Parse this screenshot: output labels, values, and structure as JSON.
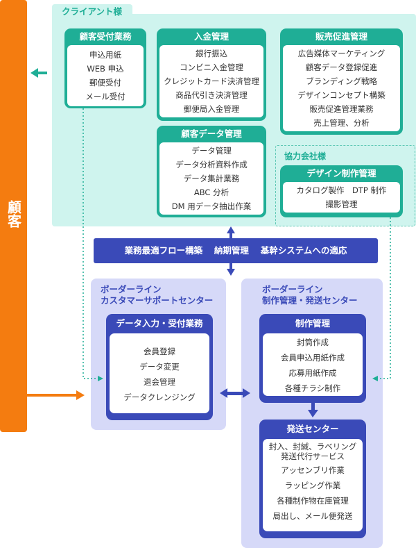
{
  "customer": {
    "label": "顧客"
  },
  "client": {
    "tab": "クライアント様",
    "cards": {
      "reception": {
        "title": "顧客受付業務",
        "items": [
          "申込用紙",
          "WEB 申込",
          "郵便受付",
          "メール受付"
        ]
      },
      "payment": {
        "title": "入金管理",
        "items": [
          "銀行振込",
          "コンビニ入金管理",
          "クレジットカード決済管理",
          "商品代引き決済管理",
          "郵便局入金管理"
        ]
      },
      "promotion": {
        "title": "販売促進管理",
        "items": [
          "広告媒体マーケティング",
          "顧客データ登録促進",
          "ブランディング戦略",
          "デザインコンセプト構築",
          "販売促進管理業務",
          "売上管理、分析"
        ]
      },
      "customer_data": {
        "title": "顧客データ管理",
        "items": [
          "データ管理",
          "データ分析資料作成",
          "データ集計業務",
          "ABC 分析",
          "DM 用データ抽出作業"
        ]
      }
    },
    "partner": {
      "tab": "協力会社様",
      "card": {
        "title": "デザイン制作管理",
        "items": [
          "カタログ製作　DTP 制作",
          "撮影管理"
        ]
      }
    }
  },
  "flow_bar": {
    "text": "業務最適フロー構築　 納期管理　 基幹システムへの適応"
  },
  "support_center": {
    "title_line1": "ボーダーライン",
    "title_line2": "カスタマーサポートセンター",
    "card": {
      "title": "データ入力・受付業務",
      "items": [
        "会員登録",
        "データ変更",
        "退会管理",
        "データクレンジング"
      ]
    }
  },
  "production_center": {
    "title_line1": "ボーダーライン",
    "title_line2": "制作管理・発送センター",
    "production": {
      "title": "制作管理",
      "items": [
        "封筒作成",
        "会員申込用紙作成",
        "応募用紙作成",
        "各種チラシ制作"
      ]
    },
    "shipping": {
      "title": "発送センター",
      "items": [
        "封入、封緘、ラベリング",
        "発送代行サービス",
        "アッセンブリ作業",
        "ラッピング作業",
        "各種制作物在庫管理",
        "局出し、メール便発送"
      ]
    }
  },
  "colors": {
    "orange": "#f47c10",
    "teal": "#1fae96",
    "mint": "#cff4ee",
    "navy": "#3a4ab8",
    "lavender": "#d6d9f8"
  }
}
